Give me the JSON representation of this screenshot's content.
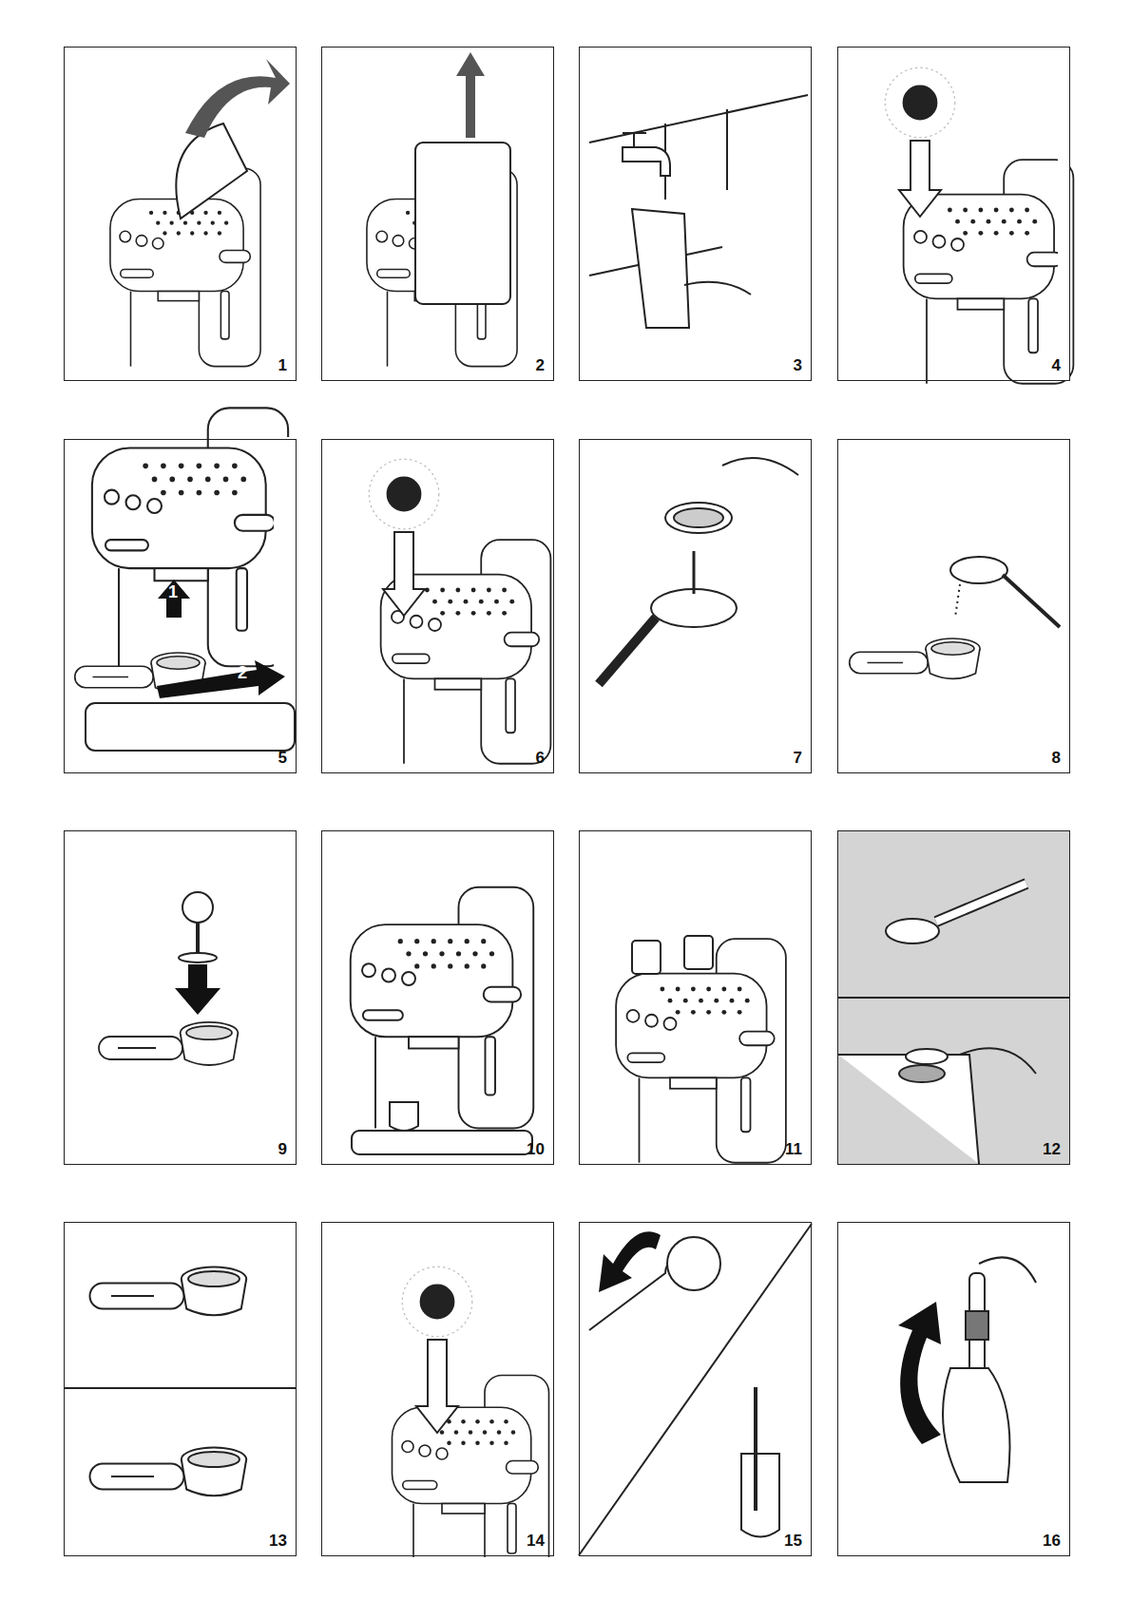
{
  "diagram": {
    "nodes": [
      {
        "text": [
          "1"
        ]
      },
      {
        "text": [
          "2"
        ]
      },
      {
        "text": [
          "3"
        ]
      },
      {
        "text": [
          "4"
        ]
      },
      {
        "text": [
          "5"
        ]
      },
      {
        "text": [
          "6"
        ]
      },
      {
        "text": [
          "7"
        ]
      },
      {
        "text": [
          "8"
        ]
      },
      {
        "text": [
          "9"
        ]
      },
      {
        "text": [
          "10"
        ]
      },
      {
        "text": [
          "11"
        ]
      },
      {
        "text": [
          "12"
        ]
      },
      {
        "text": [
          "13"
        ]
      },
      {
        "text": [
          "14"
        ]
      },
      {
        "text": [
          "15"
        ]
      },
      {
        "text": [
          "16"
        ]
      }
    ],
    "labels": [
      "1",
      "2"
    ]
  }
}
